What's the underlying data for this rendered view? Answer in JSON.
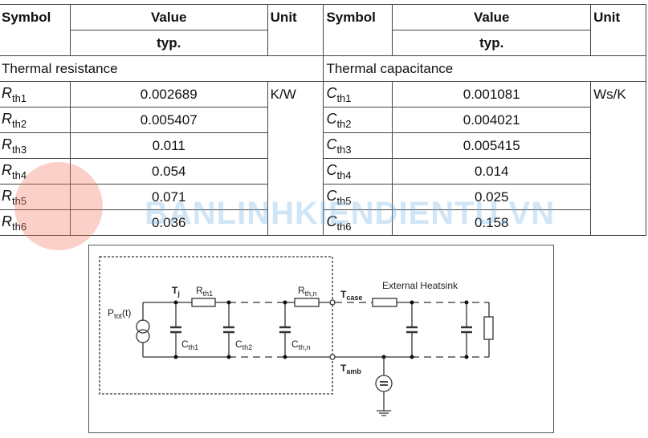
{
  "table": {
    "headers": {
      "symbol": "Symbol",
      "value": "Value",
      "unit": "Unit",
      "typ": "typ."
    },
    "left": {
      "section": "Thermal resistance",
      "unit": "K/W",
      "letter": "R",
      "rows": [
        {
          "sub": "th1",
          "value": "0.002689"
        },
        {
          "sub": "th2",
          "value": "0.005407"
        },
        {
          "sub": "th3",
          "value": "0.011"
        },
        {
          "sub": "th4",
          "value": "0.054"
        },
        {
          "sub": "th5",
          "value": "0.071"
        },
        {
          "sub": "th6",
          "value": "0.036"
        }
      ]
    },
    "right": {
      "section": "Thermal capacitance",
      "unit": "Ws/K",
      "letter": "C",
      "rows": [
        {
          "sub": "th1",
          "value": "0.001081"
        },
        {
          "sub": "th2",
          "value": "0.004021"
        },
        {
          "sub": "th3",
          "value": "0.005415"
        },
        {
          "sub": "th4",
          "value": "0.014"
        },
        {
          "sub": "th5",
          "value": "0.025"
        },
        {
          "sub": "th6",
          "value": "0.158"
        }
      ]
    }
  },
  "watermark": "BANLINHKIENDIENTU.VN",
  "diagram": {
    "ptot": "P",
    "ptot_sub": "tot",
    "ptot_suffix": "(t)",
    "tj": "T",
    "tj_sub": "j",
    "rth1": "R",
    "rth1_sub": "th1",
    "rthn": "R",
    "rthn_sub": "th,n",
    "tcase": "T",
    "tcase_sub": "case",
    "heatsink": "External Heatsink",
    "cth1": "C",
    "cth1_sub": "th1",
    "cth2": "C",
    "cth2_sub": "th2",
    "cthn": "C",
    "cthn_sub": "th,n",
    "tamb": "T",
    "tamb_sub": "amb"
  }
}
